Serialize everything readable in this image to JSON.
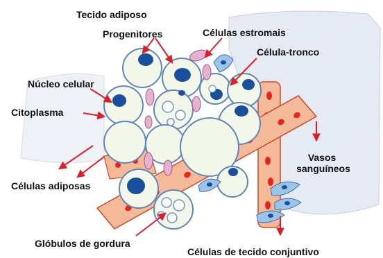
{
  "title": "Tecido adiposo",
  "labels": {
    "progenitores": "Progenitores",
    "celulas_estromais": "Células estromais",
    "celula_tronco": "Célula-tronco",
    "nucleo_celular": "Núcleo celular",
    "citoplasma": "Citoplasma",
    "celulas_adiposas": "Células adiposas",
    "vasos_sanguineos": "Vasos sanguíneos",
    "globulos_de_gordura": "Glóbulos de gordura",
    "celulas_tecido_conjuntivo": "Células de tecido conjuntivo"
  },
  "colors": {
    "arrow": "#d8202a",
    "vessel": "#f4b999",
    "vessel_outline": "#c84a2a",
    "blood_cell": "#e3261d",
    "nucleus": "#1a4f9c",
    "fat_cell": "#f2f7ea",
    "fat_outline": "#5f86b8",
    "stromal": "#e7b1d0",
    "connective": "#9cc3e8",
    "tissue_sheet": "#e6eaf2"
  }
}
